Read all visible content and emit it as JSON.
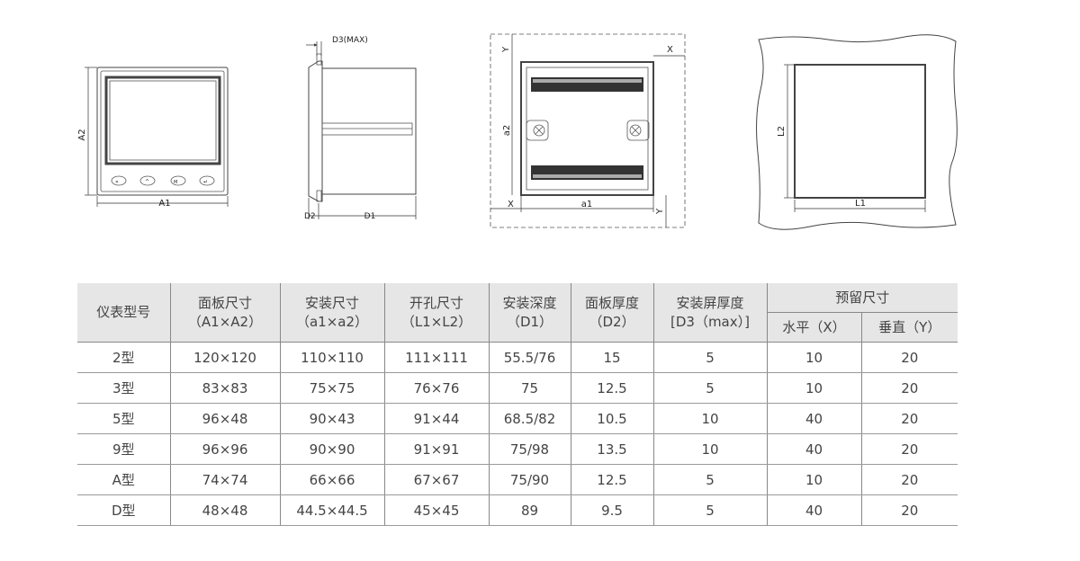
{
  "diagrams": {
    "front_view": {
      "label_height": "A2",
      "label_width": "A1"
    },
    "side_view": {
      "label_d3": "D3(MAX)",
      "label_d2": "D2",
      "label_d1": "D1"
    },
    "back_view": {
      "label_x_top": "X",
      "label_y_top": "Y",
      "label_height": "a2",
      "label_x_bottom": "X",
      "label_width": "a1",
      "label_y_bottom": "Y"
    },
    "cutout_view": {
      "label_height": "L2",
      "label_width": "L1"
    }
  },
  "table": {
    "headers": {
      "model": "仪表型号",
      "panel": {
        "line1": "面板尺寸",
        "line2": "（A1×A2）"
      },
      "mount": {
        "line1": "安装尺寸",
        "line2": "（a1×a2）"
      },
      "cutout": {
        "line1": "开孔尺寸",
        "line2": "（L1×L2）"
      },
      "depth": {
        "line1": "安装深度",
        "line2": "（D1）"
      },
      "thickness": {
        "line1": "面板厚度",
        "line2": "（D2）"
      },
      "screen": {
        "line1": "安装屏厚度",
        "line2": "[D3（max）]"
      },
      "reserve": "预留尺寸",
      "horizontal": "水平（X）",
      "vertical": "垂直（Y）"
    },
    "rows": [
      {
        "model": "2型",
        "panel": "120×120",
        "mount": "110×110",
        "cutout": "111×111",
        "depth": "55.5/76",
        "thickness": "15",
        "screen": "5",
        "x": "10",
        "y": "20"
      },
      {
        "model": "3型",
        "panel": "83×83",
        "mount": "75×75",
        "cutout": "76×76",
        "depth": "75",
        "thickness": "12.5",
        "screen": "5",
        "x": "10",
        "y": "20"
      },
      {
        "model": "5型",
        "panel": "96×48",
        "mount": "90×43",
        "cutout": "91×44",
        "depth": "68.5/82",
        "thickness": "10.5",
        "screen": "10",
        "x": "40",
        "y": "20"
      },
      {
        "model": "9型",
        "panel": "96×96",
        "mount": "90×90",
        "cutout": "91×91",
        "depth": "75/98",
        "thickness": "13.5",
        "screen": "10",
        "x": "40",
        "y": "20"
      },
      {
        "model": "A型",
        "panel": "74×74",
        "mount": "66×66",
        "cutout": "67×67",
        "depth": "75/90",
        "thickness": "12.5",
        "screen": "5",
        "x": "10",
        "y": "20"
      },
      {
        "model": "D型",
        "panel": "48×48",
        "mount": "44.5×44.5",
        "cutout": "45×45",
        "depth": "89",
        "thickness": "9.5",
        "screen": "5",
        "x": "40",
        "y": "20"
      }
    ]
  }
}
